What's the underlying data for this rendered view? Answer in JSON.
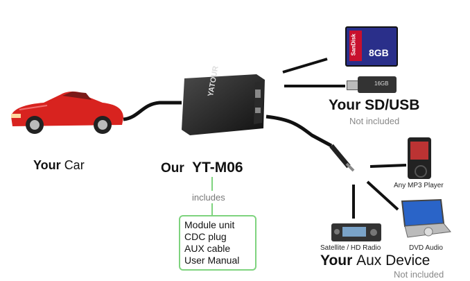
{
  "car": {
    "label_bold": "Your",
    "label_light": "Car"
  },
  "product": {
    "label_prefix": "Our",
    "label_model": "YT-M06",
    "logo": "YATOUR"
  },
  "includes": {
    "caption": "includes",
    "items": [
      "Module unit",
      "CDC plug",
      "AUX cable",
      "User Manual"
    ]
  },
  "sd_usb": {
    "sd_brand": "SanDisk",
    "sd_capacity": "8GB",
    "usb_capacity": "16GB",
    "title": "Your SD/USB",
    "note": "Not included"
  },
  "aux": {
    "mp3_label": "Any MP3 Player",
    "radio_label": "Satellite / HD Radio",
    "dvd_label": "DVD Audio",
    "title_bold": "Your",
    "title_light": "Aux Device",
    "note": "Not included"
  },
  "colors": {
    "accent_green": "#7ed37e",
    "car_red": "#d8231f",
    "cable": "#111111"
  }
}
